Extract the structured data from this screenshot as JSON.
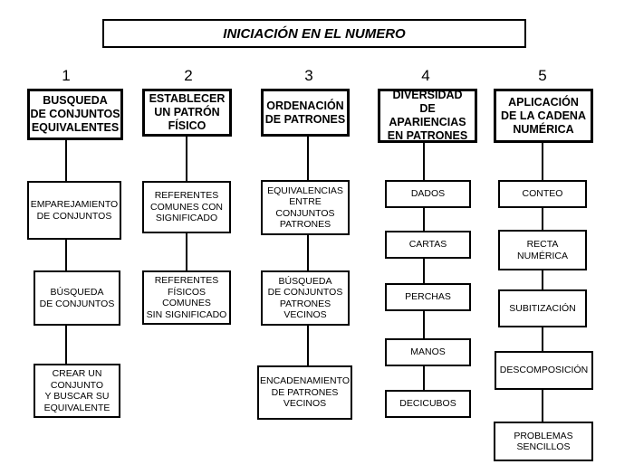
{
  "title": "INICIACIÓN EN EL NUMERO",
  "columns": [
    {
      "number": "1",
      "header": "BUSQUEDA\nDE CONJUNTOS\nEQUIVALENTES",
      "items": [
        "EMPAREJAMIENTO\nDE CONJUNTOS",
        "BÚSQUEDA\nDE CONJUNTOS",
        "CREAR UN\nCONJUNTO\nY BUSCAR SU\nEQUIVALENTE"
      ]
    },
    {
      "number": "2",
      "header": "ESTABLECER\nUN PATRÓN\nFÍSICO",
      "items": [
        "REFERENTES\nCOMUNES CON\nSIGNIFICADO",
        "REFERENTES\nFÍSICOS\nCOMUNES\nSIN SIGNIFICADO"
      ]
    },
    {
      "number": "3",
      "header": "ORDENACIÓN\nDE PATRONES",
      "items": [
        "EQUIVALENCIAS\nENTRE\nCONJUNTOS\nPATRONES",
        "BÚSQUEDA\nDE CONJUNTOS\nPATRONES\nVECINOS",
        "ENCADENAMIENTO\nDE PATRONES\nVECINOS"
      ]
    },
    {
      "number": "4",
      "header": "DIVERSIDAD\nDE APARIENCIAS\nEN PATRONES",
      "items": [
        "DADOS",
        "CARTAS",
        "PERCHAS",
        "MANOS",
        "DECICUBOS"
      ]
    },
    {
      "number": "5",
      "header": "APLICACIÓN\nDE LA CADENA\nNUMÉRICA",
      "items": [
        "CONTEO",
        "RECTA\nNUMÉRICA",
        "SUBITIZACIÓN",
        "DESCOMPOSICIÓN",
        "PROBLEMAS\nSENCILLOS"
      ]
    }
  ]
}
